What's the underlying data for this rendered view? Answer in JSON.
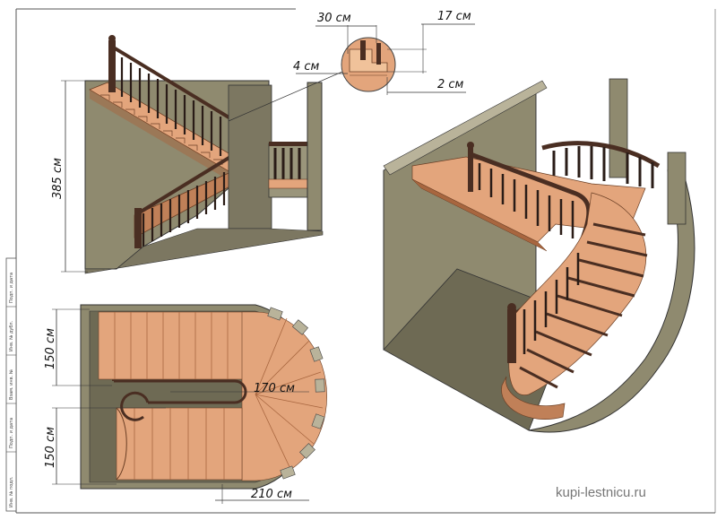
{
  "dimensions": {
    "tread_depth": "30 см",
    "riser_height": "17 см",
    "nosing": "4 см",
    "gap": "2 см",
    "total_height": "385 см",
    "flight_width_upper": "150 см",
    "flight_width_lower": "150 см",
    "inner_length": "170 см",
    "outer_length": "210 см"
  },
  "stamp_labels": [
    "Подп. и дата",
    "Инв. № дубл.",
    "Взам. инв. №",
    "Подп. и дата",
    "Инв. № подл."
  ],
  "watermark": "kupi-lestnicu.ru",
  "colors": {
    "wall": "#8f8a6f",
    "wall_dark": "#6e6a54",
    "wood": "#e3a57c",
    "wood_dark": "#a8663f",
    "rail": "#4a2e22",
    "baluster": "#2a1c17"
  }
}
